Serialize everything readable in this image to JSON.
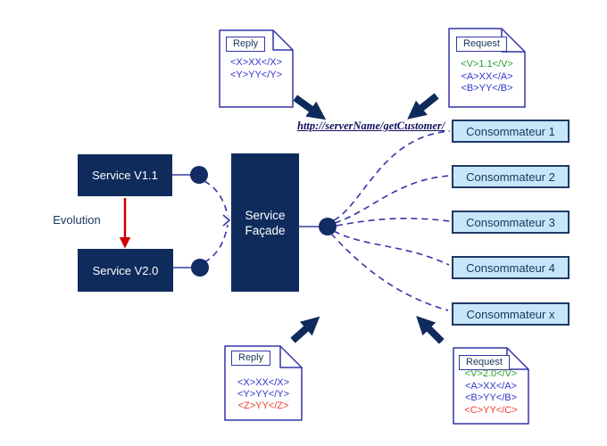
{
  "colors": {
    "navy": "#0F2B5C",
    "indigo": "#3434A8",
    "consumer_fill": "#C8E6FA",
    "consumer_border": "#1F3A66",
    "label_navy": "#16365C",
    "xml_blue": "#3333CC",
    "xml_green": "#2E9E2E",
    "xml_red": "#F03A30",
    "evolution_arrow_red": "#CC0000",
    "url_text": "#10105E"
  },
  "services": {
    "v11_label": "Service V1.1",
    "v20_label": "Service V2.0",
    "evolution_label": "Evolution",
    "facade_line1": "Service",
    "facade_line2": "Façade"
  },
  "endpoint_url": "http://serverName/getCustomer/",
  "consumers": [
    {
      "label": "Consommateur 1"
    },
    {
      "label": "Consommateur 2"
    },
    {
      "label": "Consommateur 3"
    },
    {
      "label": "Consommateur 4"
    },
    {
      "label": "Consommateur x"
    }
  ],
  "notes": {
    "top_reply": {
      "title": "Reply",
      "lines": [
        {
          "text": "<X>XX</X>",
          "color": "blue"
        },
        {
          "text": "<Y>YY</Y>",
          "color": "blue"
        }
      ]
    },
    "top_request": {
      "title": "Request",
      "lines": [
        {
          "text": "<V>1.1</V>",
          "color": "green"
        },
        {
          "text": "<A>XX</A>",
          "color": "blue"
        },
        {
          "text": "<B>YY</B>",
          "color": "blue"
        }
      ]
    },
    "bottom_reply": {
      "title": "Reply",
      "lines": [
        {
          "text": "<X>XX</X>",
          "color": "blue"
        },
        {
          "text": "<Y>YY</Y>",
          "color": "blue"
        },
        {
          "text": "<Z>YY</Z>",
          "color": "red"
        }
      ]
    },
    "bottom_request": {
      "title": "Request",
      "lines": [
        {
          "text": "<V>2.0</V>",
          "color": "green"
        },
        {
          "text": "<A>XX</A>",
          "color": "blue"
        },
        {
          "text": "<B>YY</B>",
          "color": "blue"
        },
        {
          "text": "<C>YY</C>",
          "color": "red"
        }
      ]
    }
  }
}
